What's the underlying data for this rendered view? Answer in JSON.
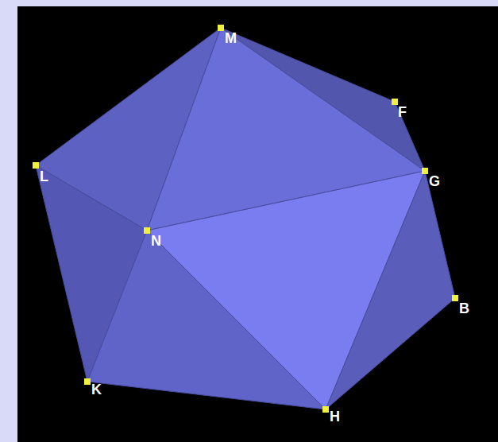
{
  "diagram": {
    "labels": [
      "M",
      "F",
      "G",
      "L",
      "N",
      "B",
      "K",
      "H"
    ]
  }
}
